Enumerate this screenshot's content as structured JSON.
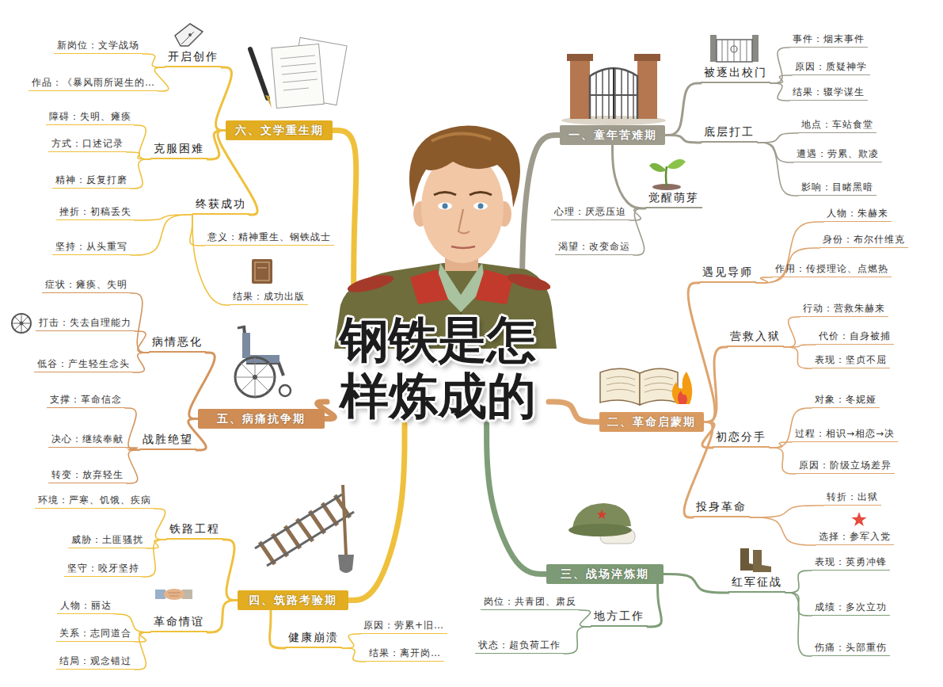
{
  "diagram": {
    "nodes": [
      {
        "text": [
          "钢铁是怎样炼成的"
        ]
      },
      {
        "text": [
          "一、童年苦难期"
        ]
      },
      {
        "text": [
          "被逐出校门"
        ]
      },
      {
        "text": [
          "事件：烟末事件"
        ]
      },
      {
        "text": [
          "原因：质疑神学"
        ]
      },
      {
        "text": [
          "结果：辍学谋生"
        ]
      },
      {
        "text": [
          "底层打工"
        ]
      },
      {
        "text": [
          "地点：车站食堂"
        ]
      },
      {
        "text": [
          "遭遇：劳累、欺凌"
        ]
      },
      {
        "text": [
          "影响：目睹黑暗"
        ]
      },
      {
        "text": [
          "觉醒萌芽"
        ]
      },
      {
        "text": [
          "心理：厌恶压迫"
        ]
      },
      {
        "text": [
          "渴望：改变命运"
        ]
      },
      {
        "text": [
          "二、革命启蒙期"
        ]
      },
      {
        "text": [
          "遇见导师"
        ]
      },
      {
        "text": [
          "人物：朱赫来"
        ]
      },
      {
        "text": [
          "身份：布尔什维克"
        ]
      },
      {
        "text": [
          "作用：传授理论、点燃热"
        ]
      },
      {
        "text": [
          "营救入狱"
        ]
      },
      {
        "text": [
          "行动：营救朱赫来"
        ]
      },
      {
        "text": [
          "代价：自身被捕"
        ]
      },
      {
        "text": [
          "表现：坚贞不屈"
        ]
      },
      {
        "text": [
          "初恋分手"
        ]
      },
      {
        "text": [
          "对象：冬妮娅"
        ]
      },
      {
        "text": [
          "过程：相识→相恋→决"
        ]
      },
      {
        "text": [
          "原因：阶级立场差异"
        ]
      },
      {
        "text": [
          "投身革命"
        ]
      },
      {
        "text": [
          "转折：出狱"
        ]
      },
      {
        "text": [
          "选择：参军入党"
        ]
      },
      {
        "text": [
          "三、战场淬炼期"
        ]
      },
      {
        "text": [
          "红军征战"
        ]
      },
      {
        "text": [
          "表现：英勇冲锋"
        ]
      },
      {
        "text": [
          "成绩：多次立功"
        ]
      },
      {
        "text": [
          "伤痛：头部重伤"
        ]
      },
      {
        "text": [
          "地方工作"
        ]
      },
      {
        "text": [
          "岗位：共青团、肃反"
        ]
      },
      {
        "text": [
          "状态：超负荷工作"
        ]
      },
      {
        "text": [
          "四、筑路考验期"
        ]
      },
      {
        "text": [
          "铁路工程"
        ]
      },
      {
        "text": [
          "环境：严寒、饥饿、疾病"
        ]
      },
      {
        "text": [
          "威胁：土匪骚扰"
        ]
      },
      {
        "text": [
          "坚守：咬牙坚持"
        ]
      },
      {
        "text": [
          "革命情谊"
        ]
      },
      {
        "text": [
          "人物：丽达"
        ]
      },
      {
        "text": [
          "关系：志同道合"
        ]
      },
      {
        "text": [
          "结局：观念错过"
        ]
      },
      {
        "text": [
          "健康崩溃"
        ]
      },
      {
        "text": [
          "原因：劳累+旧…"
        ]
      },
      {
        "text": [
          "结果：离开岗…"
        ]
      },
      {
        "text": [
          "五、病痛抗争期"
        ]
      },
      {
        "text": [
          "病情恶化"
        ]
      },
      {
        "text": [
          "症状：瘫痪、失明"
        ]
      },
      {
        "text": [
          "打击：失去自理能力"
        ]
      },
      {
        "text": [
          "低谷：产生轻生念头"
        ]
      },
      {
        "text": [
          "战胜绝望"
        ]
      },
      {
        "text": [
          "支撑：革命信念"
        ]
      },
      {
        "text": [
          "决心：继续奉献"
        ]
      },
      {
        "text": [
          "转变：放弃轻生"
        ]
      },
      {
        "text": [
          "六、文学重生期"
        ]
      },
      {
        "text": [
          "开启创作"
        ]
      },
      {
        "text": [
          "新岗位：文学战场"
        ]
      },
      {
        "text": [
          "作品：《暴风雨所诞生的…"
        ]
      },
      {
        "text": [
          "克服困难"
        ]
      },
      {
        "text": [
          "障碍：失明、瘫痪"
        ]
      },
      {
        "text": [
          "方式：口述记录"
        ]
      },
      {
        "text": [
          "精神：反复打磨"
        ]
      },
      {
        "text": [
          "终获成功"
        ]
      },
      {
        "text": [
          "挫折：初稿丢失"
        ]
      },
      {
        "text": [
          "坚持：从头重写"
        ]
      },
      {
        "text": [
          "意义：精神重生、钢铁战士"
        ]
      },
      {
        "text": [
          "结果：成功出版"
        ]
      }
    ],
    "edges": [
      {
        "from": 0,
        "to": 1,
        "arrow": "none"
      },
      {
        "from": 1,
        "to": 2,
        "arrow": "none"
      },
      {
        "from": 2,
        "to": 3,
        "arrow": "none"
      },
      {
        "from": 2,
        "to": 4,
        "arrow": "none"
      },
      {
        "from": 2,
        "to": 5,
        "arrow": "none"
      },
      {
        "from": 1,
        "to": 6,
        "arrow": "none"
      },
      {
        "from": 6,
        "to": 7,
        "arrow": "none"
      },
      {
        "from": 6,
        "to": 8,
        "arrow": "none"
      },
      {
        "from": 6,
        "to": 9,
        "arrow": "none"
      },
      {
        "from": 1,
        "to": 10,
        "arrow": "none"
      },
      {
        "from": 10,
        "to": 11,
        "arrow": "none"
      },
      {
        "from": 10,
        "to": 12,
        "arrow": "none"
      },
      {
        "from": 0,
        "to": 13,
        "arrow": "none"
      },
      {
        "from": 13,
        "to": 14,
        "arrow": "none"
      },
      {
        "from": 14,
        "to": 15,
        "arrow": "none"
      },
      {
        "from": 14,
        "to": 16,
        "arrow": "none"
      },
      {
        "from": 14,
        "to": 17,
        "arrow": "none"
      },
      {
        "from": 13,
        "to": 18,
        "arrow": "none"
      },
      {
        "from": 18,
        "to": 19,
        "arrow": "none"
      },
      {
        "from": 18,
        "to": 20,
        "arrow": "none"
      },
      {
        "from": 18,
        "to": 21,
        "arrow": "none"
      },
      {
        "from": 13,
        "to": 22,
        "arrow": "none"
      },
      {
        "from": 22,
        "to": 23,
        "arrow": "none"
      },
      {
        "from": 22,
        "to": 24,
        "arrow": "none"
      },
      {
        "from": 22,
        "to": 25,
        "arrow": "none"
      },
      {
        "from": 13,
        "to": 26,
        "arrow": "none"
      },
      {
        "from": 26,
        "to": 27,
        "arrow": "none"
      },
      {
        "from": 26,
        "to": 28,
        "arrow": "none"
      },
      {
        "from": 0,
        "to": 29,
        "arrow": "none"
      },
      {
        "from": 29,
        "to": 30,
        "arrow": "none"
      },
      {
        "from": 30,
        "to": 31,
        "arrow": "none"
      },
      {
        "from": 30,
        "to": 32,
        "arrow": "none"
      },
      {
        "from": 30,
        "to": 33,
        "arrow": "none"
      },
      {
        "from": 29,
        "to": 34,
        "arrow": "none"
      },
      {
        "from": 34,
        "to": 35,
        "arrow": "none"
      },
      {
        "from": 34,
        "to": 36,
        "arrow": "none"
      },
      {
        "from": 0,
        "to": 37,
        "arrow": "none"
      },
      {
        "from": 37,
        "to": 38,
        "arrow": "none"
      },
      {
        "from": 38,
        "to": 39,
        "arrow": "none"
      },
      {
        "from": 38,
        "to": 40,
        "arrow": "none"
      },
      {
        "from": 38,
        "to": 41,
        "arrow": "none"
      },
      {
        "from": 37,
        "to": 42,
        "arrow": "none"
      },
      {
        "from": 42,
        "to": 43,
        "arrow": "none"
      },
      {
        "from": 42,
        "to": 44,
        "arrow": "none"
      },
      {
        "from": 42,
        "to": 45,
        "arrow": "none"
      },
      {
        "from": 37,
        "to": 46,
        "arrow": "none"
      },
      {
        "from": 46,
        "to": 47,
        "arrow": "none"
      },
      {
        "from": 46,
        "to": 48,
        "arrow": "none"
      },
      {
        "from": 0,
        "to": 49,
        "arrow": "none"
      },
      {
        "from": 49,
        "to": 50,
        "arrow": "none"
      },
      {
        "from": 50,
        "to": 51,
        "arrow": "none"
      },
      {
        "from": 50,
        "to": 52,
        "arrow": "none"
      },
      {
        "from": 50,
        "to": 53,
        "arrow": "none"
      },
      {
        "from": 49,
        "to": 54,
        "arrow": "none"
      },
      {
        "from": 54,
        "to": 55,
        "arrow": "none"
      },
      {
        "from": 54,
        "to": 56,
        "arrow": "none"
      },
      {
        "from": 54,
        "to": 57,
        "arrow": "none"
      },
      {
        "from": 0,
        "to": 58,
        "arrow": "none"
      },
      {
        "from": 58,
        "to": 59,
        "arrow": "none"
      },
      {
        "from": 59,
        "to": 60,
        "arrow": "none"
      },
      {
        "from": 59,
        "to": 61,
        "arrow": "none"
      },
      {
        "from": 58,
        "to": 62,
        "arrow": "none"
      },
      {
        "from": 62,
        "to": 63,
        "arrow": "none"
      },
      {
        "from": 62,
        "to": 64,
        "arrow": "none"
      },
      {
        "from": 62,
        "to": 65,
        "arrow": "none"
      },
      {
        "from": 58,
        "to": 66,
        "arrow": "none"
      },
      {
        "from": 66,
        "to": 67,
        "arrow": "none"
      },
      {
        "from": 66,
        "to": 68,
        "arrow": "none"
      },
      {
        "from": 66,
        "to": 69,
        "arrow": "none"
      },
      {
        "from": 66,
        "to": 70,
        "arrow": "none"
      }
    ]
  }
}
